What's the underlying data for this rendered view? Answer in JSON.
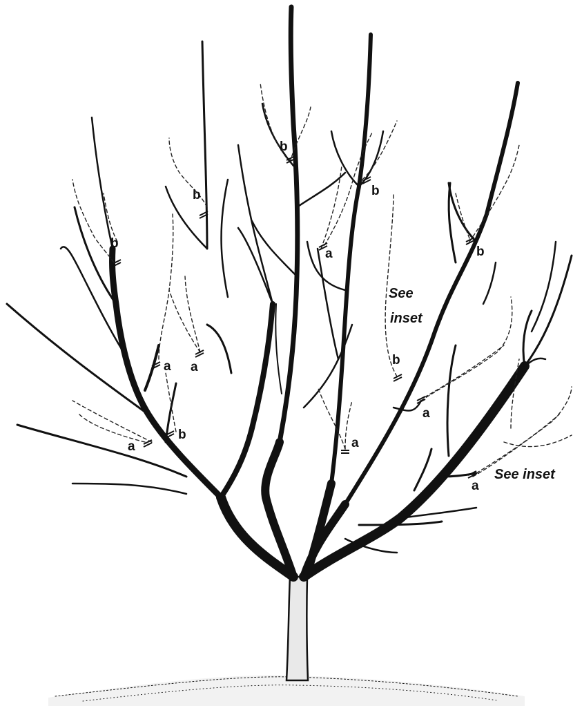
{
  "diagram": {
    "cut_labels": {
      "heading_back": "a",
      "thinning": "b"
    },
    "callouts": {
      "see_inset_1_line1": "See",
      "see_inset_1_line2": "inset",
      "see_inset_2": "See inset"
    },
    "colors": {
      "ink": "#111111",
      "paper": "#ffffff"
    }
  }
}
